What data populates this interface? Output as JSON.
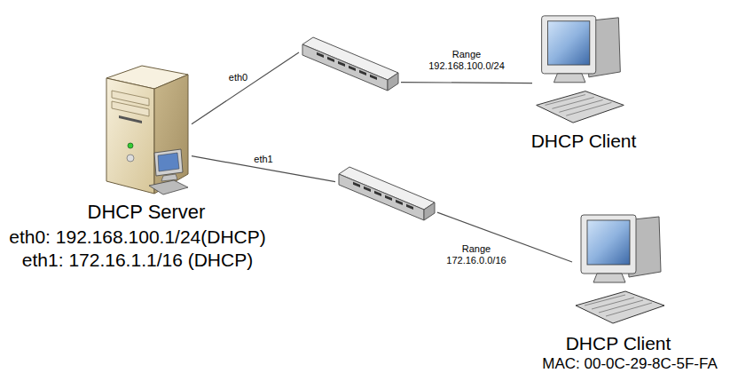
{
  "diagram": {
    "nodes": [
      {
        "text": [
          "DHCP Server",
          "eth0: 192.168.100.1/24(DHCP)",
          "eth1: 172.16.1.1/16 (DHCP)"
        ]
      },
      {
        "text": []
      },
      {
        "text": [
          "DHCP Client"
        ]
      },
      {
        "text": []
      },
      {
        "text": [
          "DHCP Client",
          "MAC: 00-0C-29-8C-5F-FA"
        ]
      }
    ],
    "edges": [
      {
        "from": 0,
        "to": 1,
        "arrow": "none",
        "label": "eth0"
      },
      {
        "from": 1,
        "to": 2,
        "arrow": "none",
        "label": "Range 192.168.100.0/24"
      },
      {
        "from": 0,
        "to": 3,
        "arrow": "none",
        "label": "eth1"
      },
      {
        "from": 3,
        "to": 4,
        "arrow": "none",
        "label": "Range 172.16.0.0/16"
      }
    ]
  }
}
